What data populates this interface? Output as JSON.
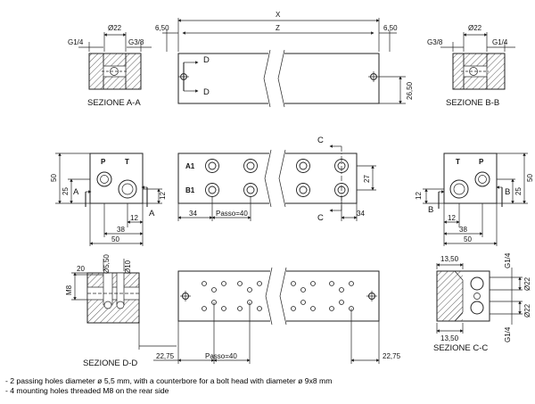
{
  "dims": {
    "x": "X",
    "z": "Z",
    "d650": "6,50",
    "d22": "Ø22",
    "g14": "G1/4",
    "g38": "G3/8",
    "d2650": "26,50",
    "d50": "50",
    "d25": "25",
    "d12": "12",
    "d38": "38",
    "d34": "34",
    "passo": "Passo=40",
    "d27": "27",
    "d20": "20",
    "d550": "Ø5,50",
    "d10": "Ø10",
    "m8": "M8",
    "d2275": "22,75",
    "d1350": "13,50"
  },
  "sections": {
    "aa": "SEZIONE A-A",
    "bb": "SEZIONE B-B",
    "cc": "SEZIONE C-C",
    "dd": "SEZIONE D-D"
  },
  "labels": {
    "a": "A",
    "b": "B",
    "c": "C",
    "d": "D",
    "p": "P",
    "t": "T",
    "a1": "A1",
    "b1": "B1"
  },
  "notes": [
    "- 2 passing holes diameter ø 5,5 mm, with a counterbore for a bolt head with diameter ø 9x8 mm",
    "- 4 mounting holes threaded M8 on the rear side"
  ]
}
